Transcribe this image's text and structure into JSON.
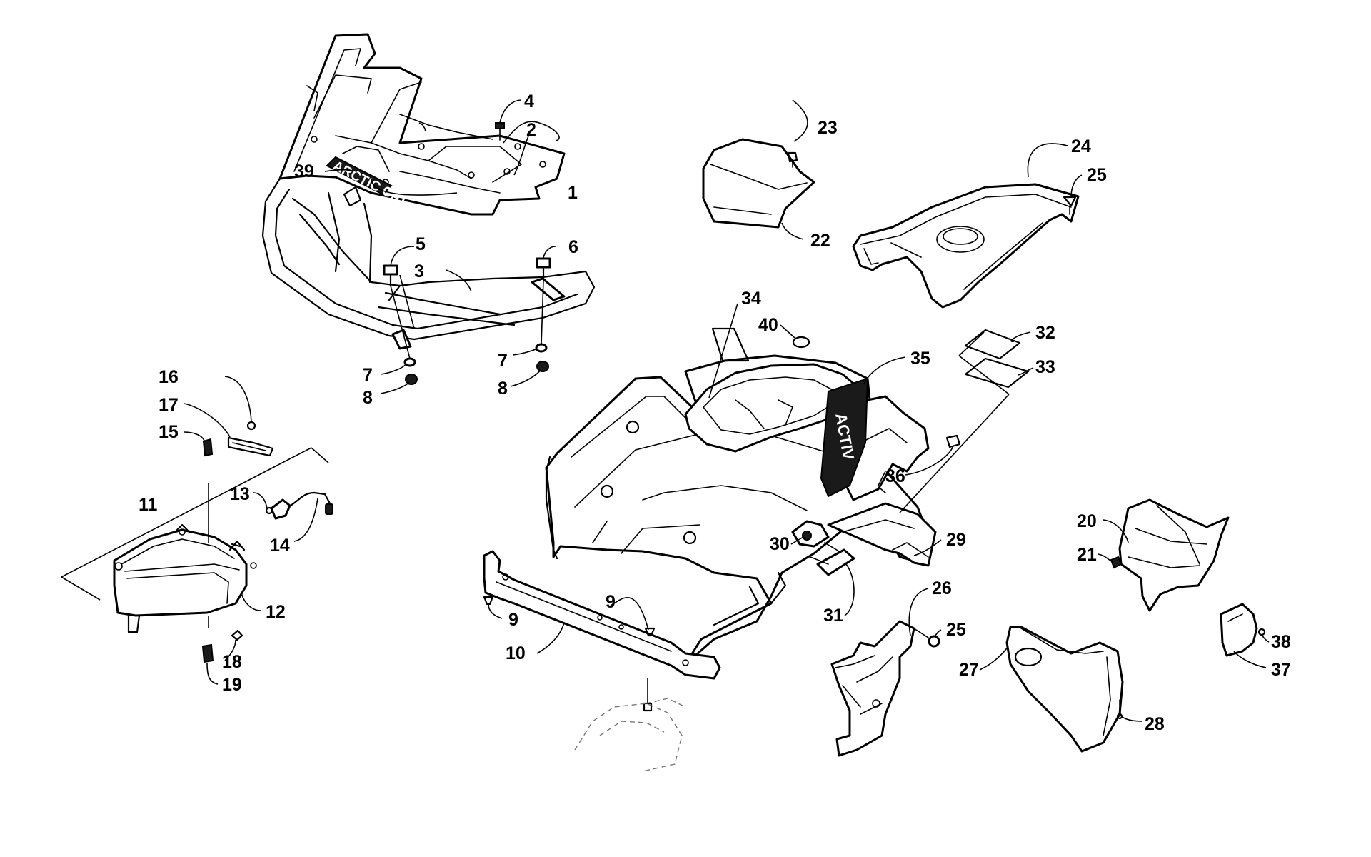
{
  "diagram": {
    "logo_rack": "ARCTIC CAT",
    "logo_shield": "ACTIV",
    "callouts": {
      "c1": "1",
      "c2": "2",
      "c3": "3",
      "c4": "4",
      "c5": "5",
      "c6": "6",
      "c7a": "7",
      "c7b": "7",
      "c8a": "8",
      "c8b": "8",
      "c9a": "9",
      "c9b": "9",
      "c10": "10",
      "c11": "11",
      "c12": "12",
      "c13": "13",
      "c14": "14",
      "c15": "15",
      "c16": "16",
      "c17": "17",
      "c18": "18",
      "c19": "19",
      "c20": "20",
      "c21": "21",
      "c22": "22",
      "c23": "23",
      "c24": "24",
      "c25a": "25",
      "c25b": "25",
      "c26": "26",
      "c27": "27",
      "c28": "28",
      "c29": "29",
      "c30": "30",
      "c31": "31",
      "c32": "32",
      "c33": "33",
      "c34": "34",
      "c35": "35",
      "c36": "36",
      "c37": "37",
      "c38": "38",
      "c39": "39",
      "c40": "40"
    }
  }
}
